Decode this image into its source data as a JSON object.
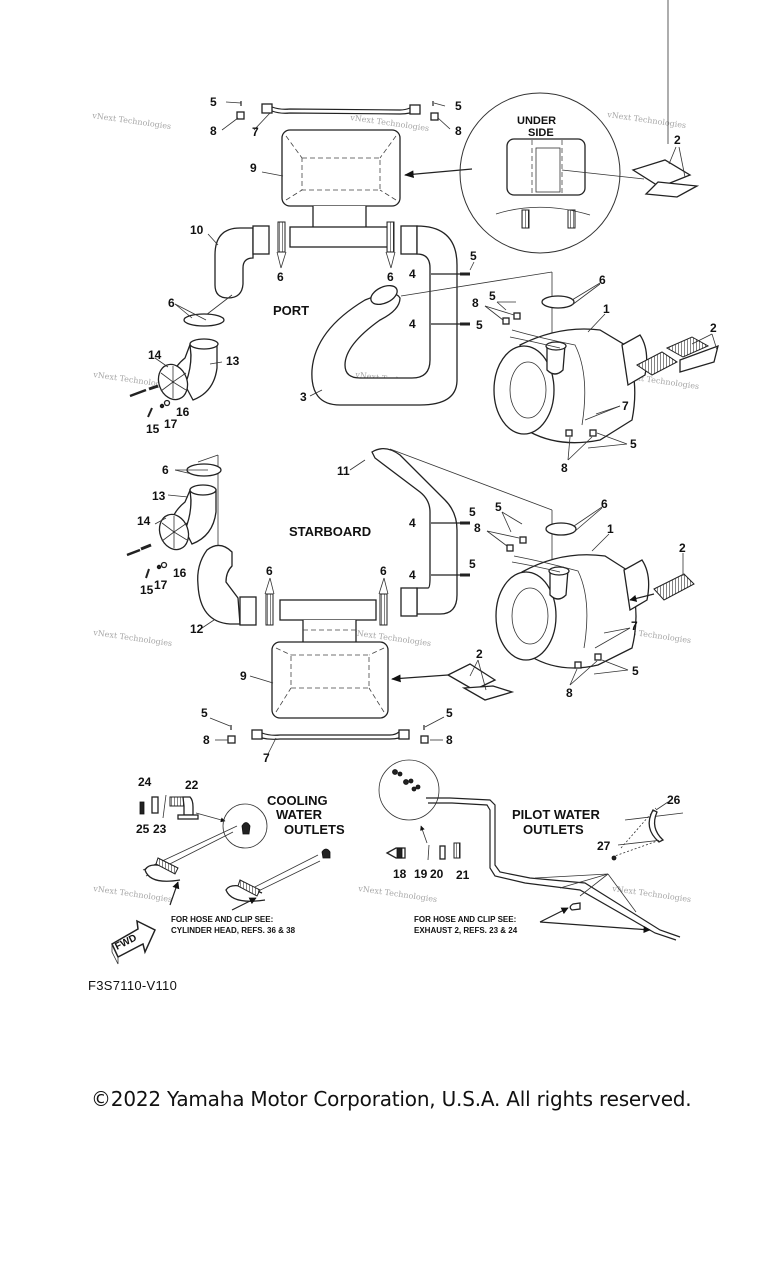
{
  "diagram": {
    "title_code": "F3S7110-V110",
    "copyright": "©2022 Yamaha Motor Corporation, U.S.A. All rights reserved.",
    "watermark": "vNext Technologies",
    "sections": {
      "port": "PORT",
      "starboard": "STARBOARD",
      "underside_line1": "UNDER",
      "underside_line2": "SIDE",
      "cooling_line1": "COOLING",
      "cooling_line2": "WATER",
      "cooling_line3": "OUTLETS",
      "pilot_line1": "PILOT WATER",
      "pilot_line2": "OUTLETS"
    },
    "notes": {
      "cooling_note_line1": "FOR HOSE AND CLIP SEE:",
      "cooling_note_line2": "CYLINDER HEAD, REFS. 36 & 38",
      "pilot_note_line1": "FOR HOSE AND CLIP SEE:",
      "pilot_note_line2": "EXHAUST 2, REFS. 23 & 24"
    },
    "fwd_label": "FWD",
    "callouts": {
      "c1": "1",
      "c2": "2",
      "c3": "3",
      "c4": "4",
      "c5": "5",
      "c6": "6",
      "c7": "7",
      "c8": "8",
      "c9": "9",
      "c10": "10",
      "c11": "11",
      "c12": "12",
      "c13": "13",
      "c14": "14",
      "c15": "15",
      "c16": "16",
      "c17": "17",
      "c18": "18",
      "c19": "19",
      "c20": "20",
      "c21": "21",
      "c22": "22",
      "c23": "23",
      "c24": "24",
      "c25": "25",
      "c26": "26",
      "c27": "27"
    }
  }
}
